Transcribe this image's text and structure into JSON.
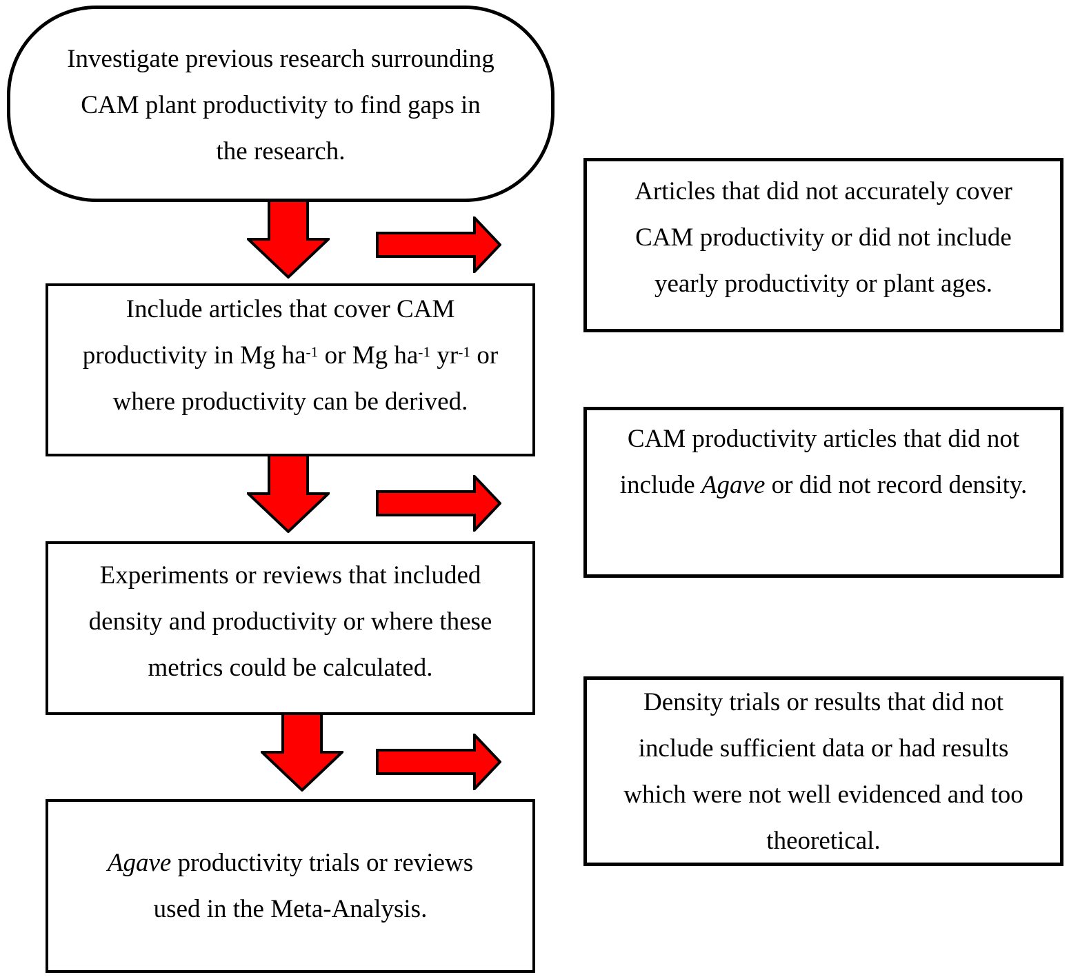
{
  "colors": {
    "arrow_fill": "#FE0000",
    "outline": "#000000",
    "box_background": "#FFFFFF",
    "text": "#000000"
  },
  "flow": {
    "start_terminator": {
      "lines": [
        "Investigate previous research surrounding",
        "CAM plant productivity to find gaps in",
        "the research."
      ]
    },
    "include_box": {
      "line1": "Include articles that cover CAM",
      "line2": {
        "t1": "productivity in Mg ha",
        "s1": "-1",
        "t2": " or Mg ha",
        "s2": "-1",
        "t3": " yr",
        "s3": "-1",
        "t4": " or"
      },
      "line3": "where productivity can be derived."
    },
    "experiments_box": {
      "lines": [
        "Experiments or reviews that included",
        "density and productivity or where these",
        "metrics could be calculated."
      ]
    },
    "final_box": {
      "line1_italic": "Agave",
      "line1_rest": " productivity trials or reviews",
      "line2": "used in the Meta-Analysis."
    }
  },
  "exclusions": {
    "box1": {
      "lines": [
        "Articles that did not accurately cover",
        "CAM productivity or did not include",
        "yearly productivity or plant ages."
      ]
    },
    "box2": {
      "line1": "CAM productivity articles that did not",
      "line2_pre": "include ",
      "line2_italic": "Agave",
      "line2_post": " or did not record density."
    },
    "box3": {
      "lines": [
        "Density trials or results that did not",
        "include sufficient data or had results",
        "which were not well evidenced and too",
        "theoretical."
      ]
    }
  }
}
